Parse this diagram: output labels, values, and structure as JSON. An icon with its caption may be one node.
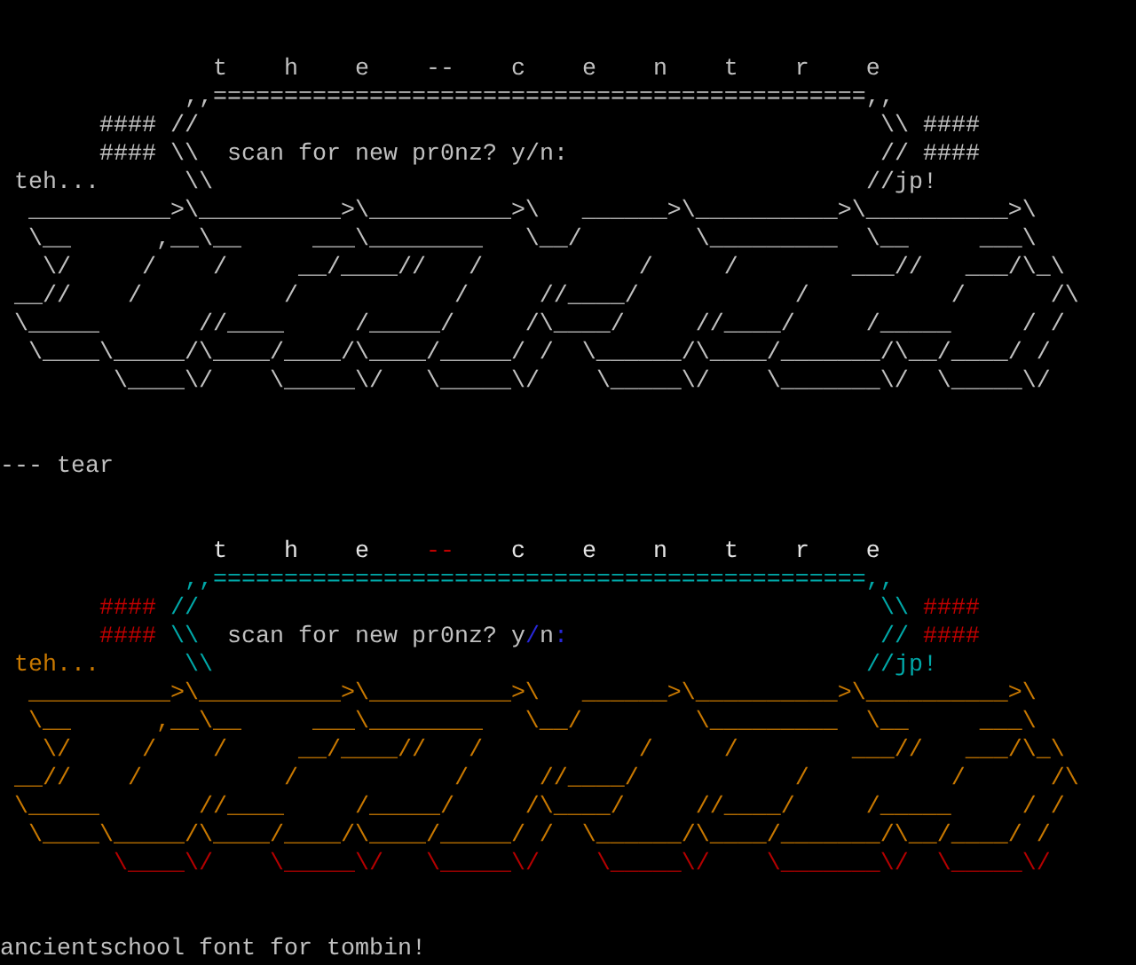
{
  "diagram": {
    "labels": [
      "t    h    e    --    c    e    n    t    r    e",
      ",,==============================================,,",
      "####",
      "//",
      "\\\\",
      "####",
      "####",
      "\\\\",
      "scan for new pr0nz? y/n:",
      "//",
      "####",
      "teh...",
      "\\\\",
      "//jp!",
      "__________>\\__________>\\__________>\\   ______>\\__________>\\__________>\\",
      "\\__      ,__\\__     ___\\________   \\__/        \\_________  \\__     ___\\",
      "\\/     /    /     __/____//   /           /     /        ___//   ___/\\_\\",
      "__//    /          /           /     //____/           /          /      /\\",
      "\\_____       //____     /_____/     /\\____/     //____/     /_____     / /",
      "\\____\\_____/\\____/____/\\____/_____/ /  \\______/\\____/_______/\\__/____/ /",
      "\\____\\/    \\_____\\/   \\_____\\/    \\_____\\/    \\_______\\/  \\_____\\/",
      "--- tear",
      "t    h    e    --    c    e    n    t    r    e",
      ",,==============================================,,",
      "####",
      "//",
      "\\\\",
      "####",
      "####",
      "\\\\",
      "scan for new pr0nz? y/n:",
      "//",
      "####",
      "teh...",
      "\\\\",
      "//jp!",
      "__________>\\__________>\\__________>\\   ______>\\__________>\\__________>\\",
      "\\__      ,__\\__     ___\\________   \\__/        \\_________  \\__     ___\\",
      "\\/     /    /     __/____//   /           /     /        ___//   ___/\\_\\",
      "__//    /          /           /     //____/           /          /      /\\",
      "\\_____       //____     /_____/     /\\____/     //____/     /_____     / /",
      "\\____\\_____/\\____/____/\\____/_____/ /  \\______/\\____/_______/\\__/____/ /",
      "\\____\\/    \\_____\\/   \\_____\\/    \\_____\\/    \\_______\\/  \\_____\\/",
      "ancientschool font for tombin!"
    ]
  }
}
